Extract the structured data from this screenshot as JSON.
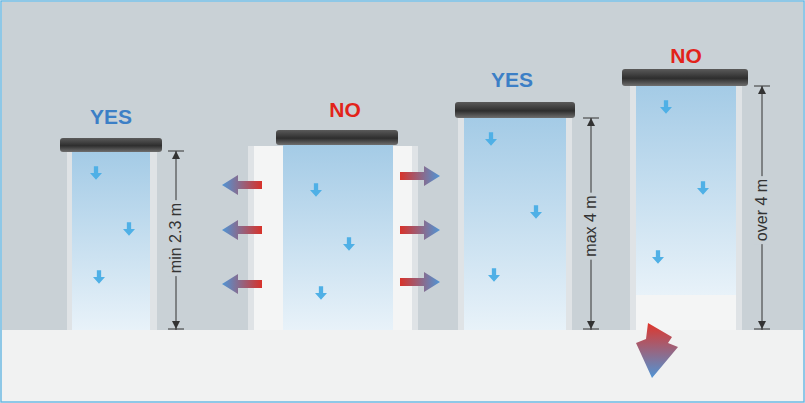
{
  "diagram": {
    "labels": [
      "YES",
      "NO",
      "YES",
      "NO",
      "min 2.3 m",
      "max 4 m",
      "over 4 m"
    ]
  }
}
